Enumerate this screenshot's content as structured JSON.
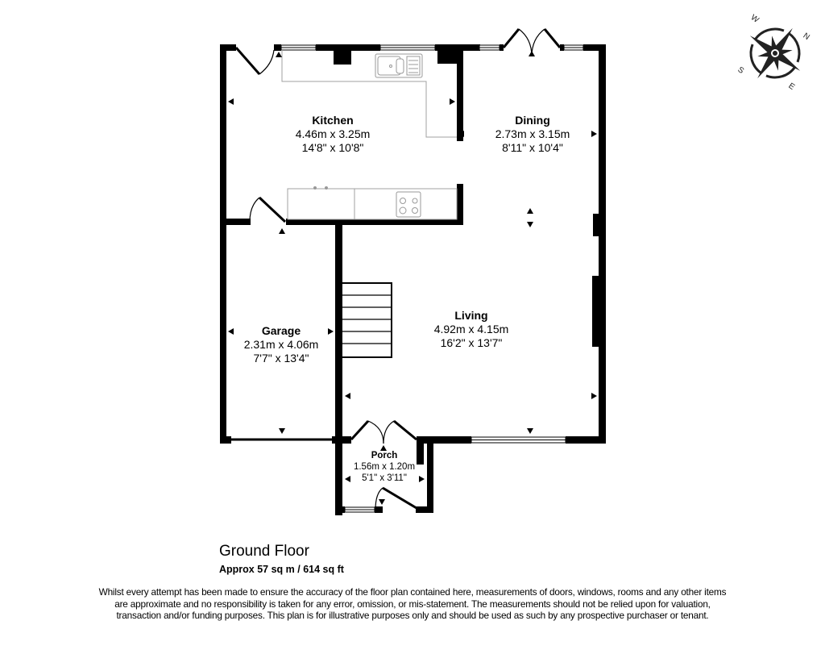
{
  "floor": {
    "title": "Ground Floor",
    "area": "Approx 57 sq m / 614 sq ft"
  },
  "rooms": {
    "kitchen": {
      "name": "Kitchen",
      "metric": "4.46m x 3.25m",
      "imperial": "14'8\" x 10'8\""
    },
    "dining": {
      "name": "Dining",
      "metric": "2.73m x 3.15m",
      "imperial": "8'11\" x 10'4\""
    },
    "living": {
      "name": "Living",
      "metric": "4.92m x 4.15m",
      "imperial": "16'2\" x 13'7\""
    },
    "garage": {
      "name": "Garage",
      "metric": "2.31m x 4.06m",
      "imperial": "7'7\" x 13'4\""
    },
    "porch": {
      "name": "Porch",
      "metric": "1.56m x 1.20m",
      "imperial": "5'1\" x 3'11\""
    }
  },
  "compass": {
    "icon": "compass-rose-icon",
    "n": "N",
    "e": "E",
    "s": "S",
    "w": "W"
  },
  "disclaimer": "Whilst every attempt has been made to ensure the accuracy of the floor plan contained here, measurements of doors, windows, rooms and any other items are approximate and no responsibility is taken for any error, omission, or mis-statement. The measurements should not be relied upon for valuation, transaction and/or funding purposes. This plan is for illustrative purposes only and should be used as such by any prospective purchaser or tenant.",
  "colors": {
    "wall": "#000000",
    "fixture": "#a0a0a0",
    "background": "#ffffff"
  }
}
